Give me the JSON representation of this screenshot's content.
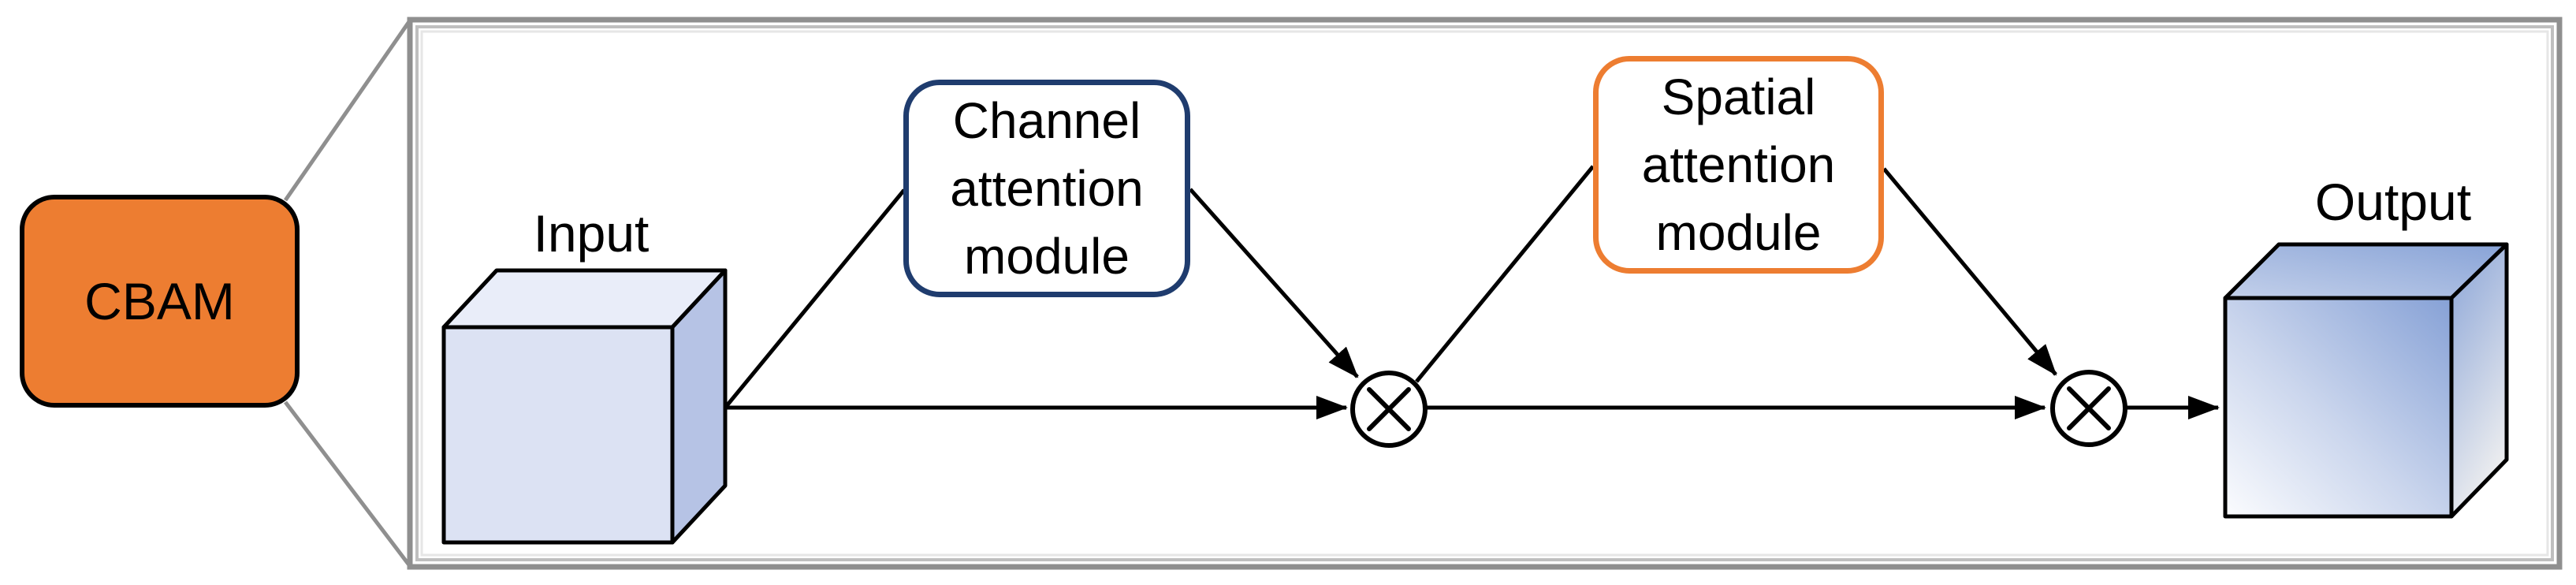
{
  "overview": {
    "label": "CBAM"
  },
  "panel": {
    "input_label": "Input",
    "output_label": "Output",
    "channel_module": {
      "lines": [
        "Channel",
        "attention",
        "module"
      ]
    },
    "spatial_module": {
      "lines": [
        "Spatial",
        "attention",
        "module"
      ]
    },
    "multiply_symbol": "×"
  },
  "colors": {
    "accent_orange": "#ED7D31",
    "navy_border": "#1F3C6E",
    "input_cube_front": "#DCE2F3",
    "input_cube_top": "#E9EDF9",
    "input_cube_side": "#B6C3E5",
    "output_gradient_blue": "#86A1D6",
    "output_gradient_light": "#FBFCFE",
    "frame_gray": "#8F8F8F",
    "line_black": "#000000"
  }
}
